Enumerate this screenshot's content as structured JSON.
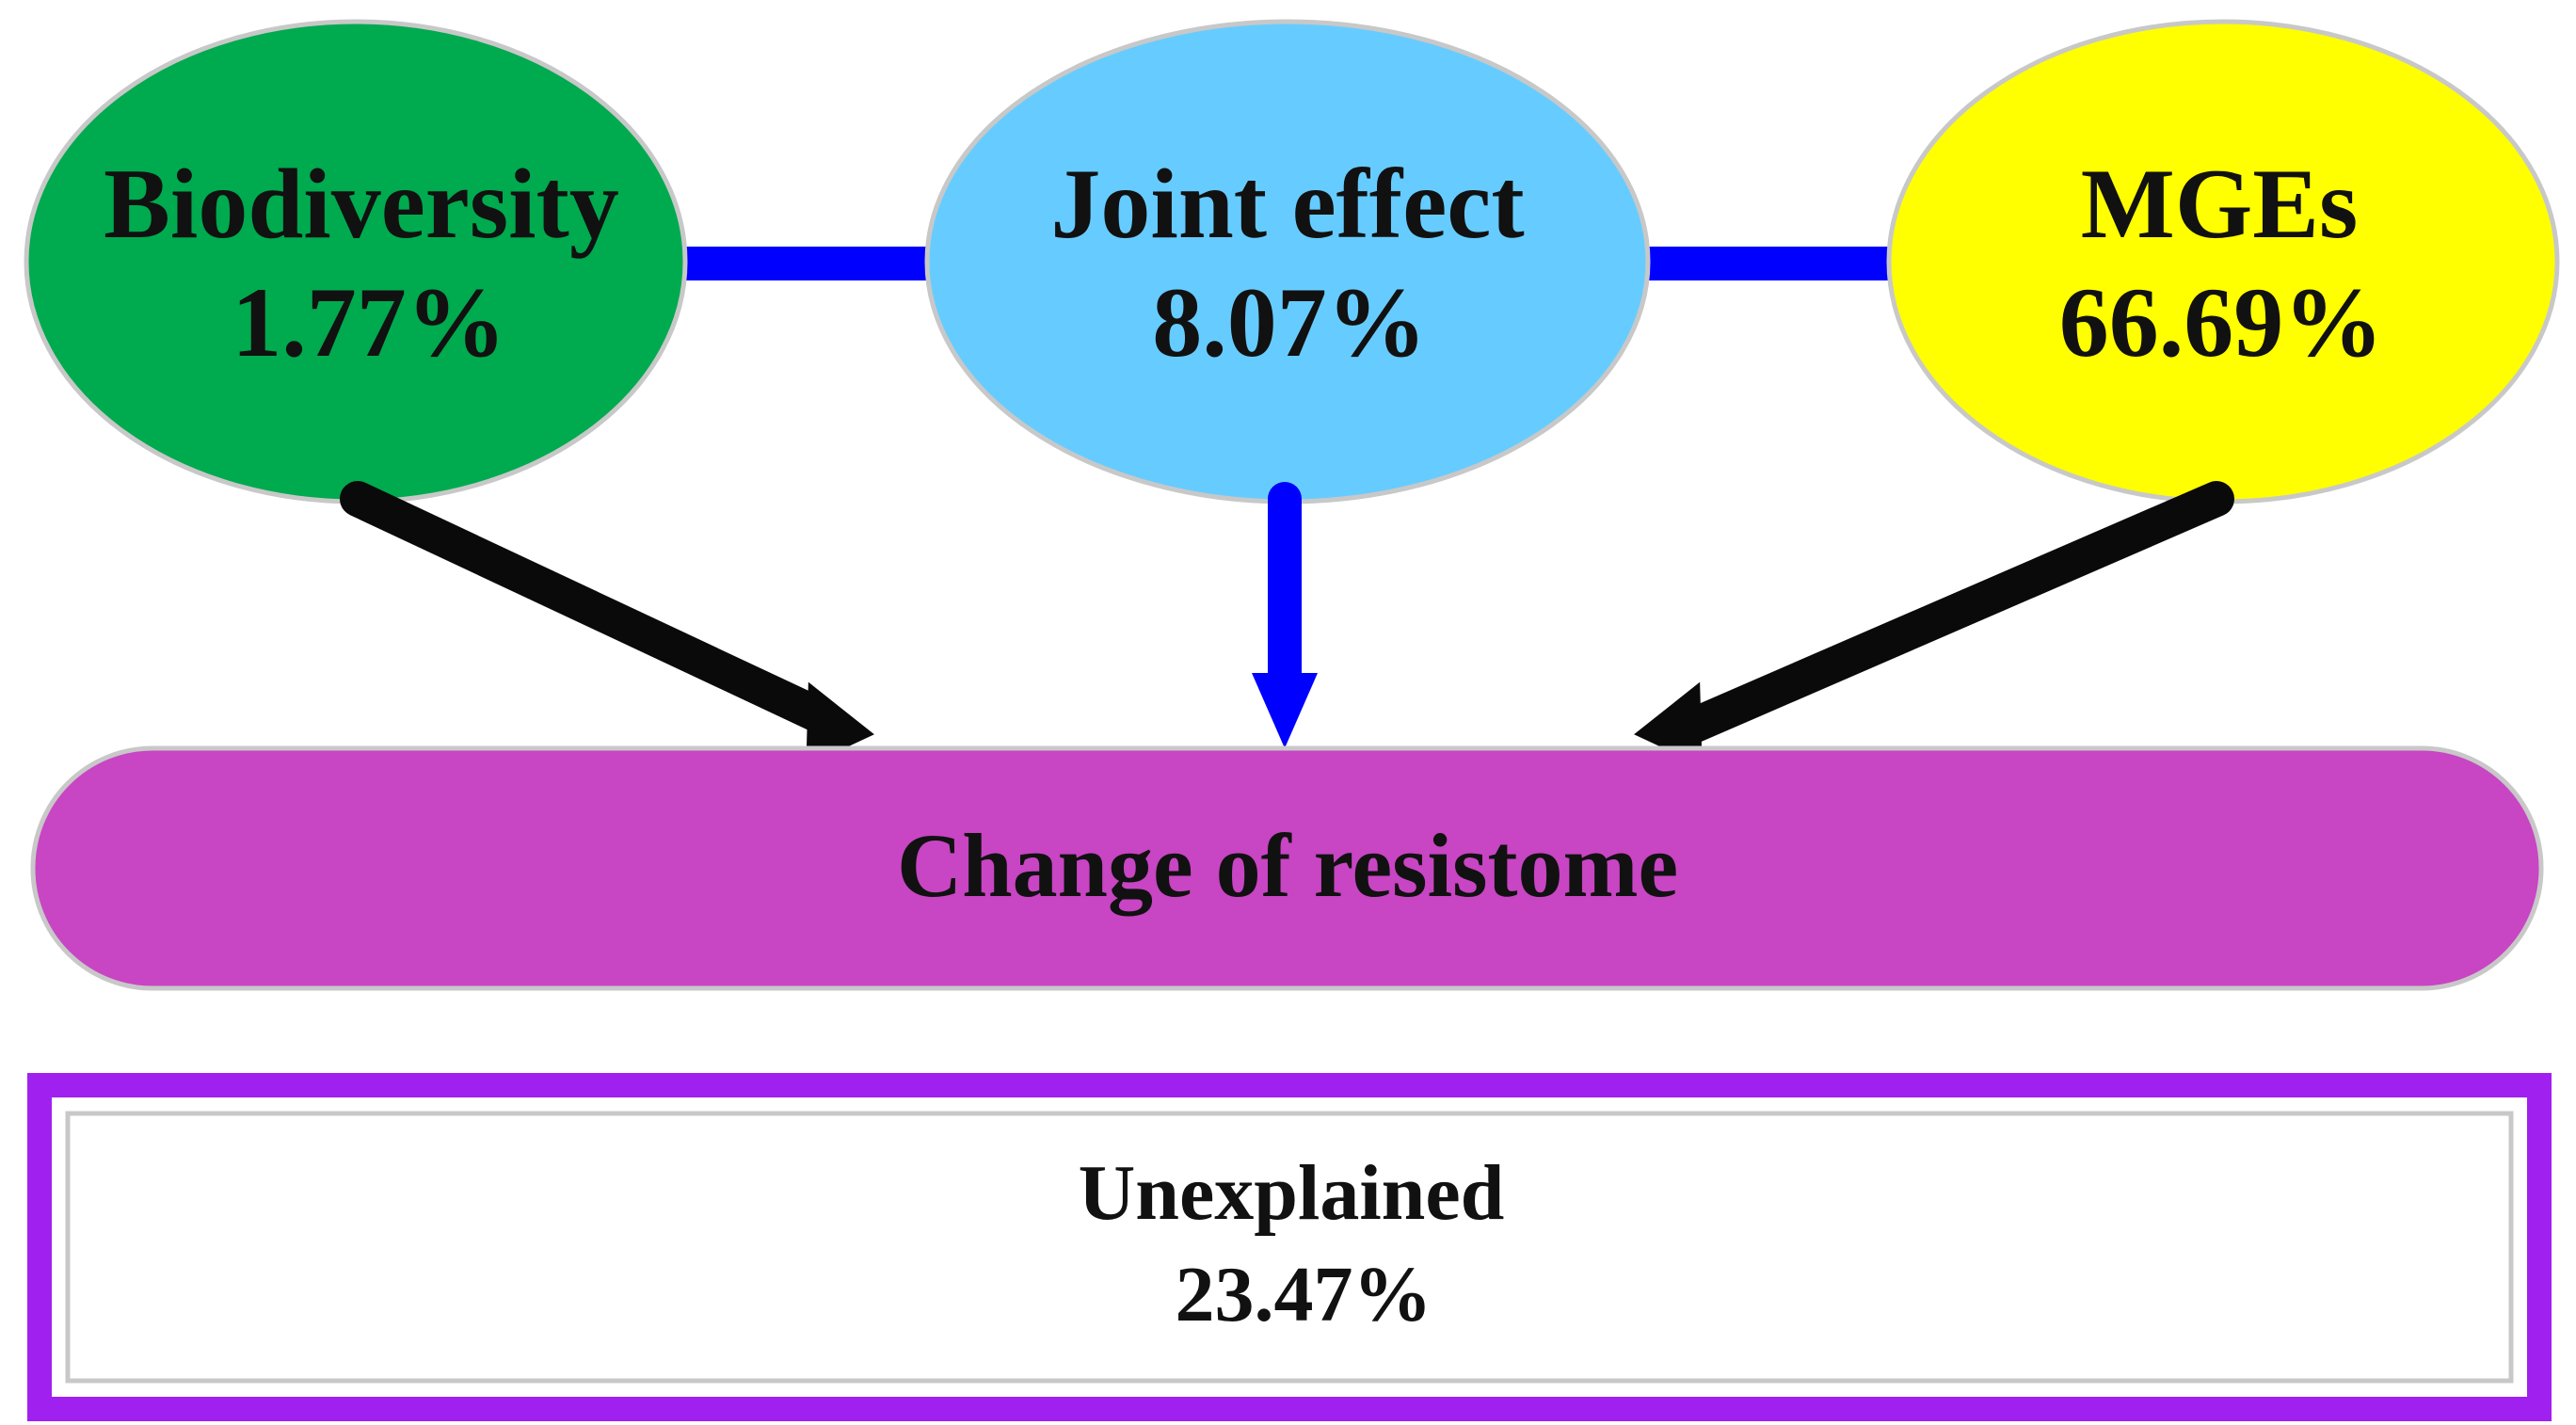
{
  "nodes": {
    "biodiversity": {
      "label": "Biodiversity",
      "value": "1.77%",
      "color": "#00aa4e"
    },
    "joint": {
      "label": "Joint effect",
      "value": "8.07%",
      "color": "#66ccff"
    },
    "mges": {
      "label": "MGEs",
      "value": "66.69%",
      "color": "#ffff00"
    }
  },
  "target": {
    "label": "Change of resistome",
    "color": "#c845c3"
  },
  "unexplained": {
    "label": "Unexplained",
    "value": "23.47%",
    "border_color": "#a020f0"
  },
  "colors": {
    "connector": "#0000ff",
    "arrow_side": "#0a0a0a",
    "arrow_center": "#0000ff",
    "shape_outline": "#c8c8c8"
  }
}
